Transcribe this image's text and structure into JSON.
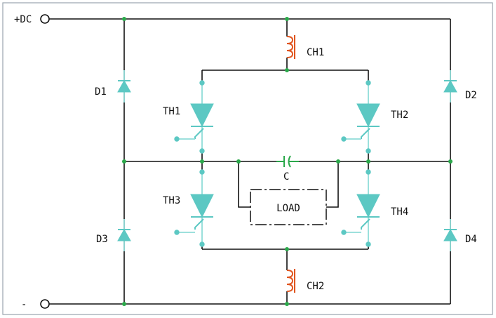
{
  "labels": {
    "dc_pos": "+DC",
    "dc_neg": "-",
    "d1": "D1",
    "d2": "D2",
    "d3": "D3",
    "d4": "D4",
    "th1": "TH1",
    "th2": "TH2",
    "th3": "TH3",
    "th4": "TH4",
    "ch1": "CH1",
    "ch2": "CH2",
    "cap": "C",
    "load": "LOAD"
  },
  "colors": {
    "wire": "#111111",
    "thyristor": "#5cc8c3",
    "inductor": "#e0551f",
    "capacitor": "#2aa84a",
    "node": "#2aa84a",
    "border": "#9aa3ad"
  }
}
